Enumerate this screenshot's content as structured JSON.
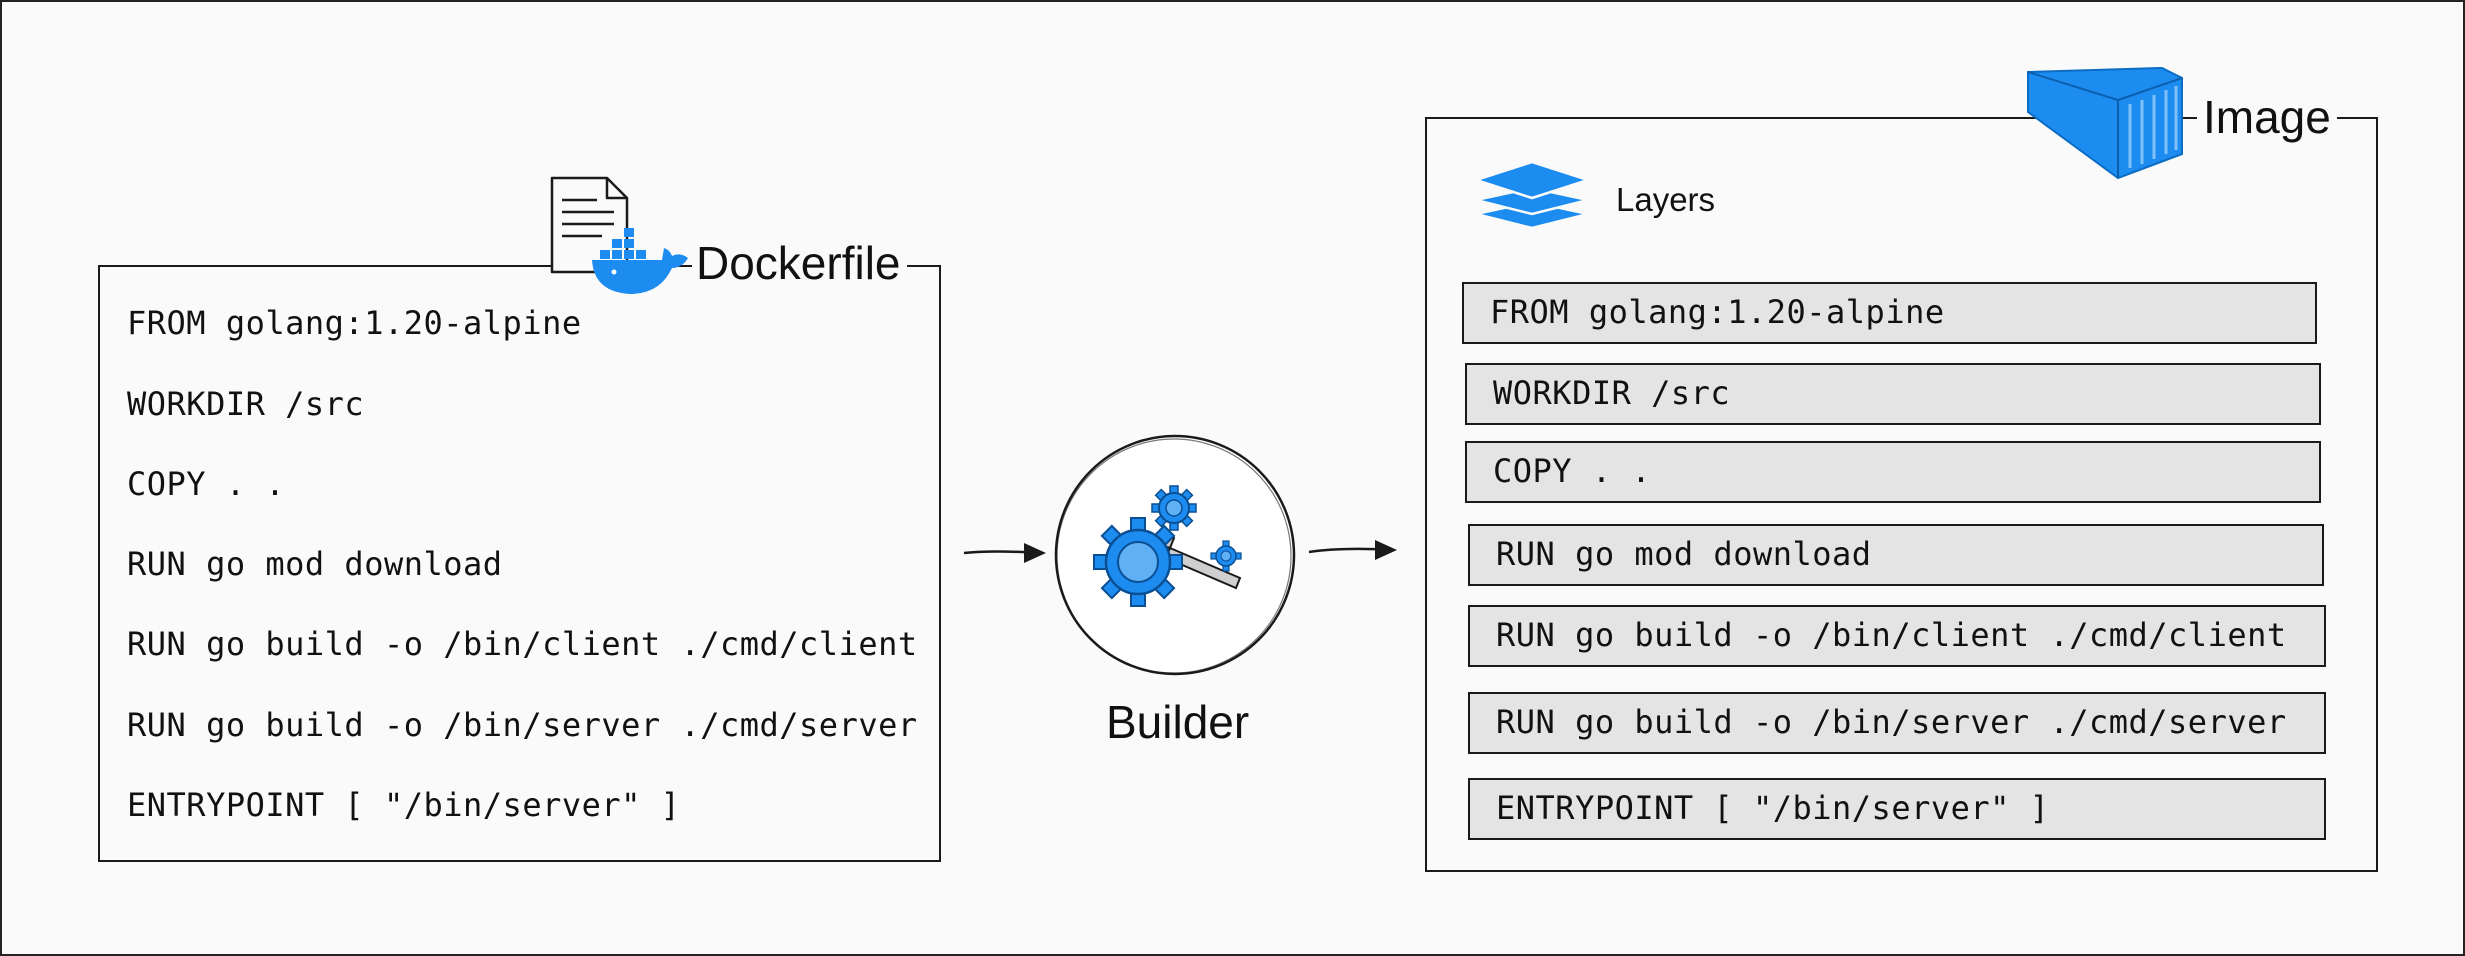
{
  "dockerfile": {
    "title": "Dockerfile",
    "icon": "dockerfile-icon",
    "lines": [
      "FROM golang:1.20-alpine",
      "WORKDIR /src",
      "COPY . .",
      "RUN go mod download",
      "RUN go build -o /bin/client ./cmd/client",
      "RUN go build -o /bin/server ./cmd/server",
      "ENTRYPOINT [ \"/bin/server\" ]"
    ]
  },
  "builder": {
    "label": "Builder",
    "icon": "gears-icon"
  },
  "image": {
    "title": "Image",
    "icon": "container-icon",
    "layers_label": "Layers",
    "layers_icon": "layers-icon",
    "layers": [
      "FROM golang:1.20-alpine",
      "WORKDIR /src",
      "COPY . .",
      "RUN go mod download",
      "RUN go build -o /bin/client ./cmd/client",
      "RUN go build -o /bin/server ./cmd/server",
      "ENTRYPOINT [ \"/bin/server\" ]"
    ]
  },
  "colors": {
    "docker_blue": "#1d8cf0",
    "layer_fill": "#e4e4e4",
    "stroke": "#1a1a1a"
  }
}
